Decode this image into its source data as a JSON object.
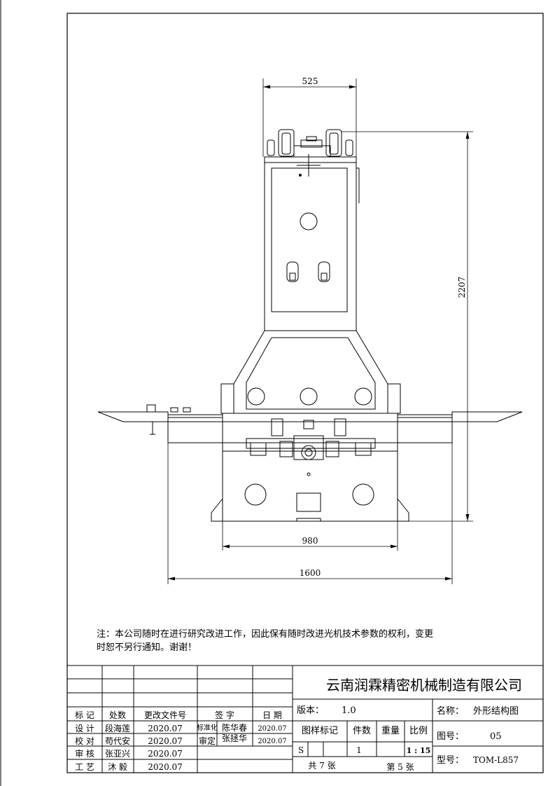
{
  "drawing": {
    "dimensions": {
      "top_width": "525",
      "height": "2207",
      "base_width": "980",
      "overall_width": "1600"
    }
  },
  "note": {
    "line1": "注：本公司随时在进行研究改进工作，因此保有随时改进光机技术参数的权利，变更",
    "line2": "时恕不另行通知。谢谢！"
  },
  "title_block": {
    "company": "云南润霖精密机械制造有限公司",
    "version_label": "版本：",
    "version_value": "1.0",
    "name_label": "名称：",
    "name_value": "外形结构图",
    "drawing_no_label": "图号：",
    "drawing_no_value": "05",
    "model_label": "型号：",
    "model_value": "TOM-L857",
    "mark_header": "图样标记",
    "qty_header": "件数",
    "weight_header": "重量",
    "scale_header": "比例",
    "mark_value": "S",
    "qty_value": "1",
    "scale_value": "1 : 15",
    "total_sheets": "共 7 张",
    "sheet_no": "第 5 张",
    "headers": {
      "mark": "标 记",
      "count": "处数",
      "doc": "更改文件号",
      "sign": "签 字",
      "date": "日 期"
    },
    "rows": [
      {
        "role": "设 计",
        "name": "段海莲",
        "date": "2020.07"
      },
      {
        "role": "校 对",
        "name": "苟代安",
        "date": "2020.07"
      },
      {
        "role": "审 核",
        "name": "张亚兴",
        "date": "2020.07"
      },
      {
        "role": "工 艺",
        "name": "沐 毅",
        "date": "2020.07"
      }
    ],
    "standard_label": "标准化",
    "standard_name": "陈华春",
    "standard_date": "2020.07",
    "approve_label": "审定",
    "approve_name": "张拯华",
    "approve_date": "2020.07"
  }
}
